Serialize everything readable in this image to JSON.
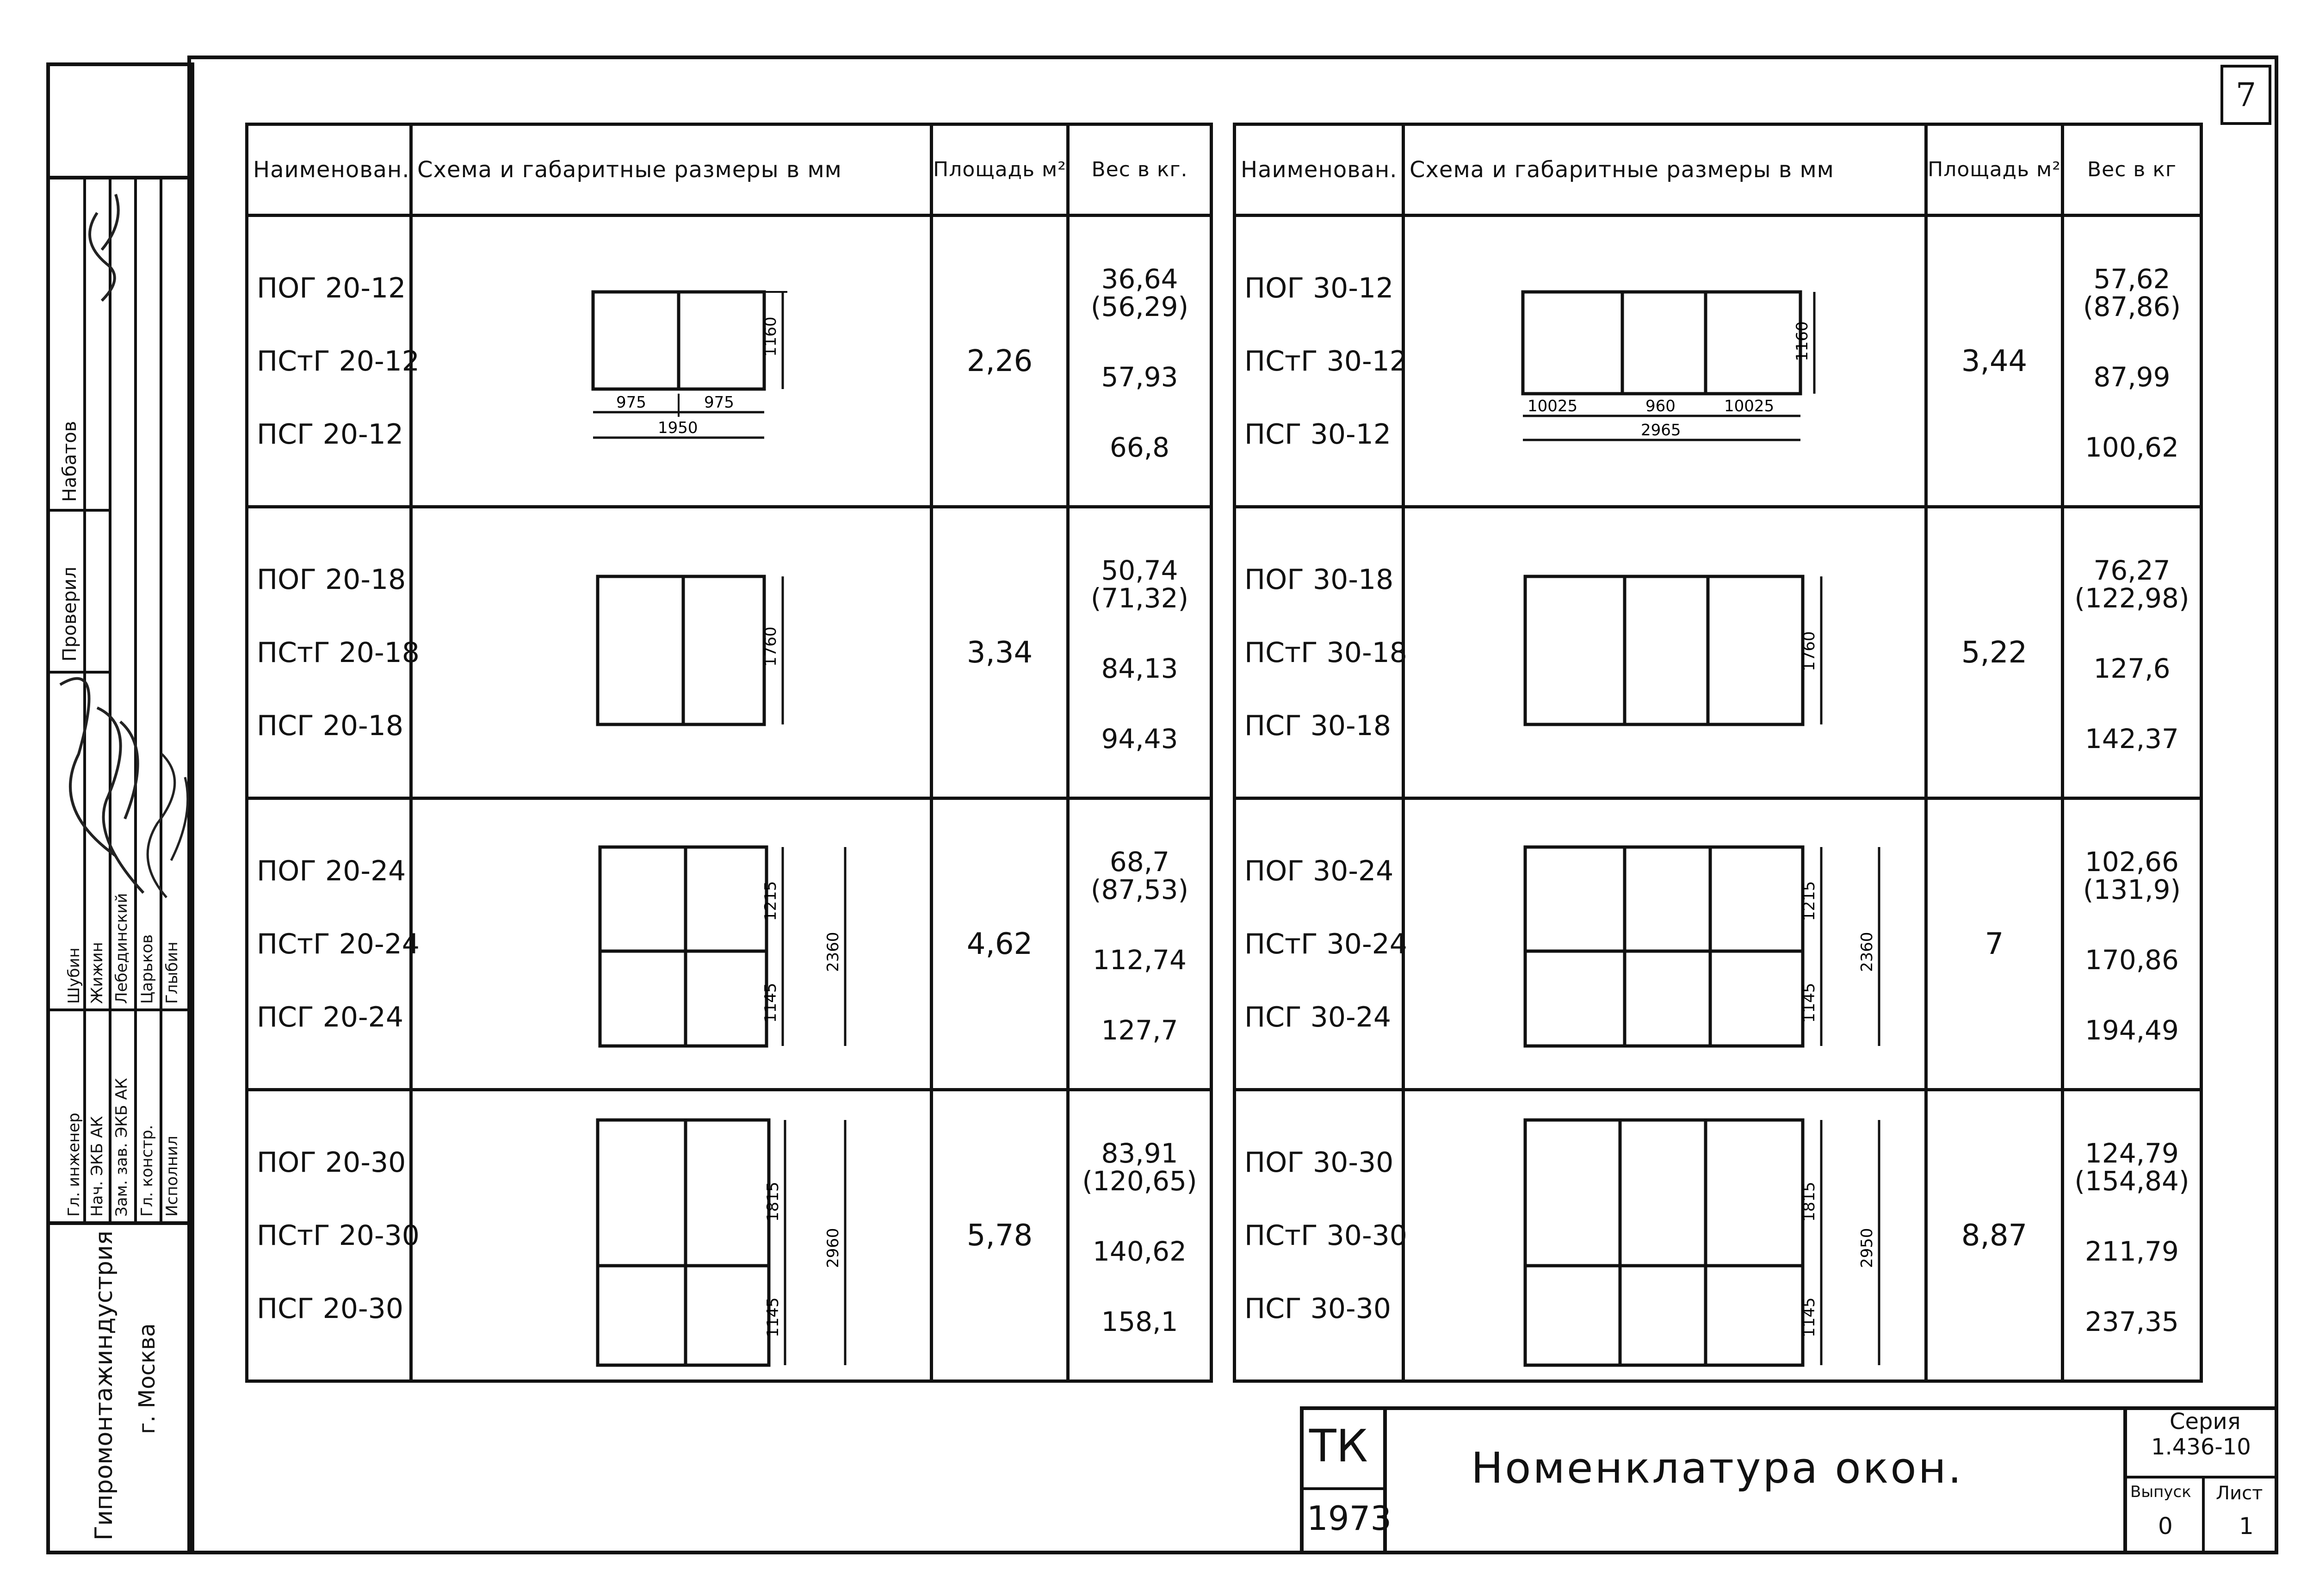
{
  "page_number": "7",
  "left_table": {
    "headers": [
      "Наименован.",
      "Схема и габаритные размеры в мм",
      "Площадь м²",
      "Вес в кг."
    ],
    "rows": [
      {
        "names": [
          "ПОГ 20-12",
          "ПСтГ 20-12",
          "ПСГ 20-12"
        ],
        "area": "2,26",
        "weights": [
          "36,64",
          "(56,29)",
          "57,93",
          "66,8"
        ],
        "dims": {
          "h": "1160",
          "w1": "975",
          "w2": "975",
          "total": "1950"
        }
      },
      {
        "names": [
          "ПОГ 20-18",
          "ПСтГ 20-18",
          "ПСГ 20-18"
        ],
        "area": "3,34",
        "weights": [
          "50,74",
          "(71,32)",
          "84,13",
          "94,43"
        ],
        "dims": {
          "h": "1760"
        }
      },
      {
        "names": [
          "ПОГ 20-24",
          "ПСтГ 20-24",
          "ПСГ 20-24"
        ],
        "area": "4,62",
        "weights": [
          "68,7",
          "(87,53)",
          "112,74",
          "127,7"
        ],
        "dims": {
          "top": "1215",
          "bottom": "1145",
          "total": "2360"
        }
      },
      {
        "names": [
          "ПОГ 20-30",
          "ПСтГ 20-30",
          "ПСГ 20-30"
        ],
        "area": "5,78",
        "weights": [
          "83,91",
          "(120,65)",
          "140,62",
          "158,1"
        ],
        "dims": {
          "top": "1815",
          "bottom": "1145",
          "total": "2960"
        }
      }
    ]
  },
  "right_table": {
    "headers": [
      "Наименован.",
      "Схема и габаритные размеры в мм",
      "Площадь м²",
      "Вес в кг"
    ],
    "rows": [
      {
        "names": [
          "ПОГ 30-12",
          "ПСтГ 30-12",
          "ПСГ 30-12"
        ],
        "area": "3,44",
        "weights": [
          "57,62",
          "(87,86)",
          "87,99",
          "100,62"
        ],
        "dims": {
          "h": "1160",
          "w1": "10025",
          "w2": "960",
          "w3": "10025",
          "total": "2965"
        }
      },
      {
        "names": [
          "ПОГ 30-18",
          "ПСтГ 30-18",
          "ПСГ 30-18"
        ],
        "area": "5,22",
        "weights": [
          "76,27",
          "(122,98)",
          "127,6",
          "142,37"
        ],
        "dims": {
          "h": "1760"
        }
      },
      {
        "names": [
          "ПОГ 30-24",
          "ПСтГ 30-24",
          "ПСГ 30-24"
        ],
        "area": "7",
        "weights": [
          "102,66",
          "(131,9)",
          "170,86",
          "194,49"
        ],
        "dims": {
          "top": "1215",
          "bottom": "1145",
          "total": "2360"
        }
      },
      {
        "names": [
          "ПОГ 30-30",
          "ПСтГ 30-30",
          "ПСГ 30-30"
        ],
        "area": "8,87",
        "weights": [
          "124,79",
          "(154,84)",
          "211,79",
          "237,35"
        ],
        "dims": {
          "top": "1815",
          "bottom": "1145",
          "total": "2950"
        }
      }
    ]
  },
  "title_block": {
    "code_top": "ТК",
    "code_bottom": "1973",
    "title": "Номенклатура окон.",
    "series_label": "Серия",
    "series_value": "1.436-10",
    "issue_label": "Выпуск",
    "issue_value": "0",
    "sheet_label": "Лист",
    "sheet_value": "1"
  },
  "side_stamp": {
    "organization": "Гипромонтажиндустрия",
    "city": "г. Москва",
    "roles": [
      "Гл. инженер",
      "Нач. ЭКБ АК",
      "Зам. зав. ЭКБ АК",
      "Гл. констр.",
      "Исполнил"
    ],
    "persons": [
      "Шубин",
      "Жижин",
      "Лебединский",
      "Царьков",
      "Глыбин"
    ],
    "checked_label": "Проверил",
    "checked_name": "Набатов"
  }
}
